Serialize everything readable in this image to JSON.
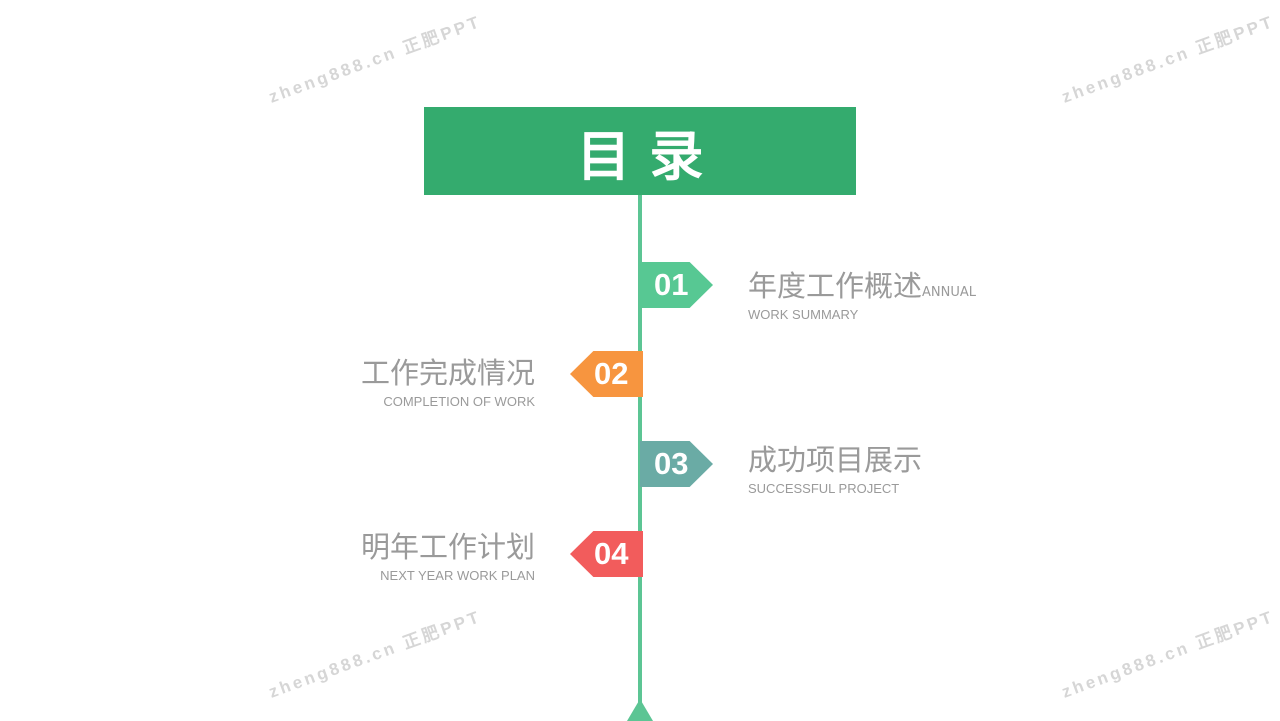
{
  "title": "目 录",
  "watermark": "zheng888.cn 正肥PPT",
  "colors": {
    "title_bg": "#34ab6e",
    "line": "#5cc594",
    "tag1": "#57c893",
    "tag2": "#f7953f",
    "tag3": "#6aaba5",
    "tag4": "#f25c5c"
  },
  "items": [
    {
      "num": "01",
      "cn": "年度工作概述",
      "en_inline": "ANNUAL",
      "en": "WORK SUMMARY"
    },
    {
      "num": "02",
      "cn": "工作完成情况",
      "en": "COMPLETION OF WORK"
    },
    {
      "num": "03",
      "cn": "成功项目展示",
      "en": "SUCCESSFUL  PROJECT"
    },
    {
      "num": "04",
      "cn": "明年工作计划",
      "en": "NEXT  YEAR WORK PLAN"
    }
  ]
}
